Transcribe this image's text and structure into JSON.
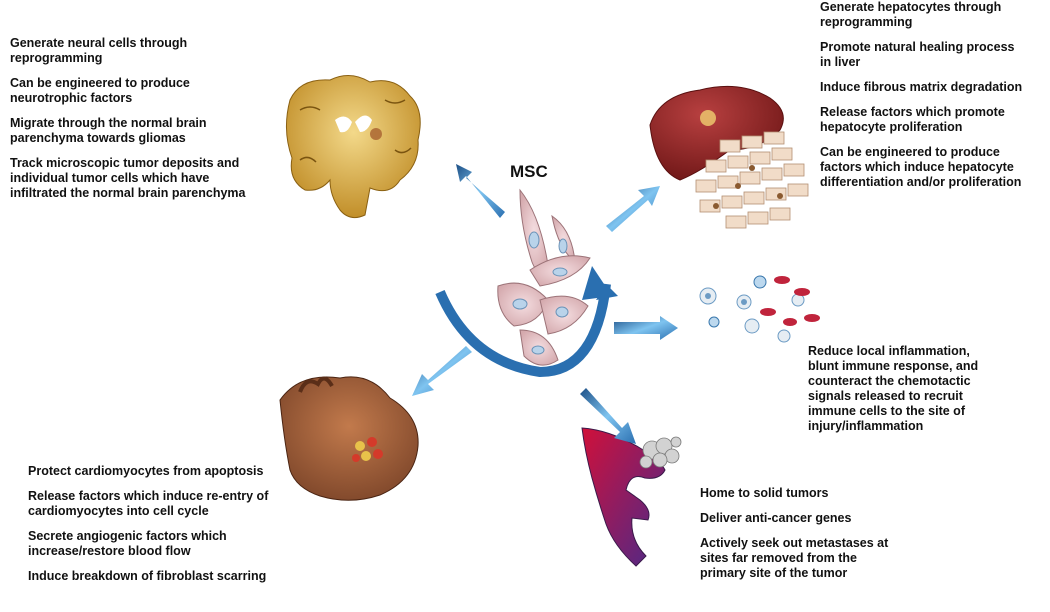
{
  "center": {
    "label": "MSC"
  },
  "brain": {
    "items": [
      "Generate neural cells through\nreprogramming",
      "Can be engineered to produce\nneurotrophic factors",
      "Migrate through the normal brain\nparenchyma towards gliomas",
      "Track microscopic tumor deposits and\nindividual tumor cells which have\ninfiltrated the normal brain parenchyma"
    ]
  },
  "liver": {
    "items": [
      "Generate hepatocytes through\nreprogramming",
      "Promote natural healing process\nin liver",
      "Induce fibrous matrix degradation",
      "Release factors which promote\nhepatocyte proliferation",
      "Can be engineered to produce\nfactors which induce hepatocyte\ndifferentiation and/or proliferation"
    ]
  },
  "immune": {
    "items": [
      "Reduce local inflammation,\nblunt immune response, and\ncounteract the chemotactic\nsignals released to recruit\nimmune cells to the site of\ninjury/inflammation"
    ]
  },
  "heart": {
    "items": [
      "Protect cardiomyocytes from apoptosis",
      "Release  factors which induce re-entry of\ncardiomyocytes into cell cycle",
      "Secrete angiogenic factors which\nincrease/restore blood flow",
      "Induce breakdown of fibroblast scarring"
    ]
  },
  "tumor": {
    "items": [
      "Home to solid tumors",
      "Deliver anti-cancer genes",
      "Actively seek out metastases at\nsites far removed from the\nprimary site of the tumor"
    ]
  },
  "colors": {
    "arrow": "#3a8fd0",
    "arrow_dark": "#1c4f86",
    "msc_cell": "#e7c7c9",
    "brain": "#d9a93a",
    "liver": "#8f2323",
    "heart": "#9a5a3a",
    "vessel": "#9c1b4a"
  }
}
